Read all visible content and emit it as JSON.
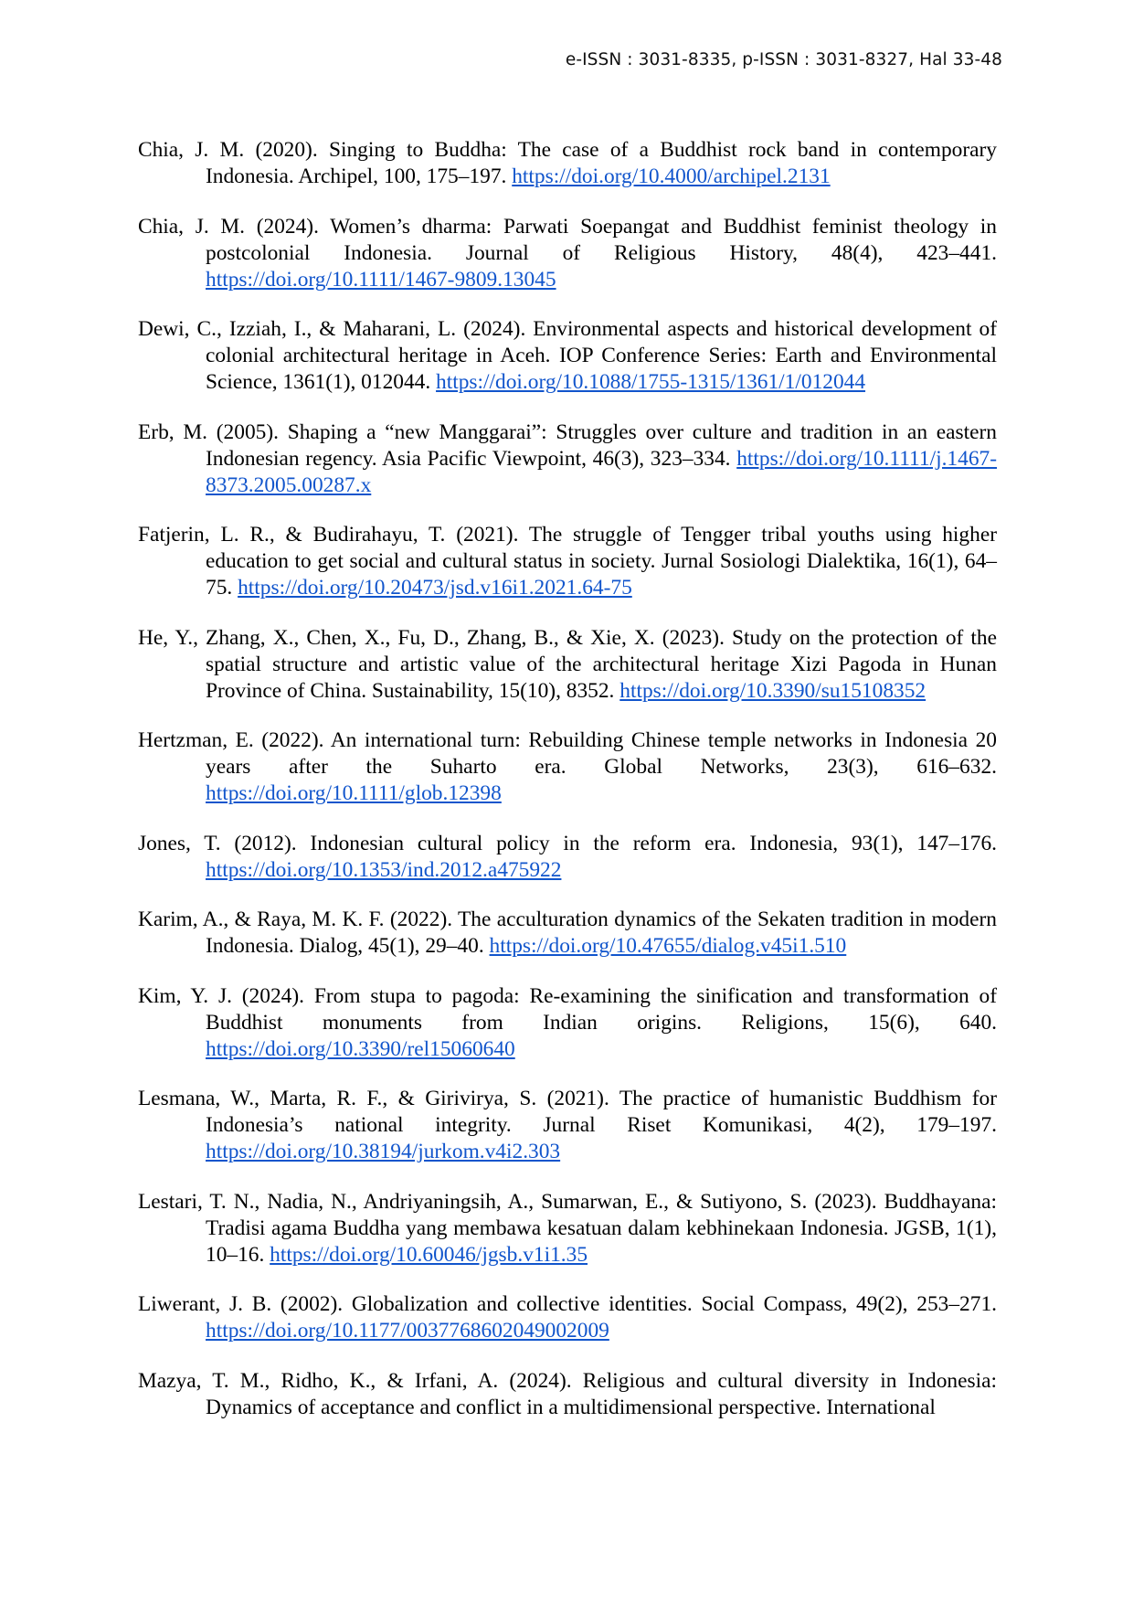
{
  "header": {
    "text": "e-ISSN : 3031-8335, p-ISSN : 3031-8327, Hal 33-48"
  },
  "references": [
    {
      "text": "Chia, J. M. (2020). Singing to Buddha: The case of a Buddhist rock band in contemporary Indonesia. Archipel, 100, 175–197. ",
      "link": "https://doi.org/10.4000/archipel.2131"
    },
    {
      "text": "Chia, J. M. (2024). Women’s dharma: Parwati Soepangat and Buddhist feminist theology in postcolonial Indonesia. Journal of Religious History, 48(4), 423–441. ",
      "link": "https://doi.org/10.1111/1467-9809.13045"
    },
    {
      "text": "Dewi, C., Izziah, I., & Maharani, L. (2024). Environmental aspects and historical development of colonial architectural heritage in Aceh. IOP Conference Series: Earth and Environmental Science, 1361(1), 012044. ",
      "link": "https://doi.org/10.1088/1755-1315/1361/1/012044"
    },
    {
      "text": "Erb, M. (2005). Shaping a “new Manggarai”: Struggles over culture and tradition in an eastern Indonesian regency. Asia Pacific Viewpoint, 46(3), 323–334. ",
      "link": "https://doi.org/10.1111/j.1467-8373.2005.00287.x"
    },
    {
      "text": "Fatjerin, L. R., & Budirahayu, T. (2021). The struggle of Tengger tribal youths using higher education to get social and cultural status in society. Jurnal Sosiologi Dialektika, 16(1), 64–75. ",
      "link": "https://doi.org/10.20473/jsd.v16i1.2021.64-75"
    },
    {
      "text": "He, Y., Zhang, X., Chen, X., Fu, D., Zhang, B., & Xie, X. (2023). Study on the protection of the spatial structure and artistic value of the architectural heritage Xizi Pagoda in Hunan Province of China. Sustainability, 15(10), 8352. ",
      "link": "https://doi.org/10.3390/su15108352"
    },
    {
      "text": "Hertzman, E. (2022). An international turn: Rebuilding Chinese temple networks in Indonesia 20 years after the Suharto era. Global Networks, 23(3), 616–632. ",
      "link": "https://doi.org/10.1111/glob.12398"
    },
    {
      "text": "Jones, T. (2012). Indonesian cultural policy in the reform era. Indonesia, 93(1), 147–176. ",
      "link": "https://doi.org/10.1353/ind.2012.a475922"
    },
    {
      "text": "Karim, A., & Raya, M. K. F. (2022). The acculturation dynamics of the Sekaten tradition in modern Indonesia. Dialog, 45(1), 29–40. ",
      "link": "https://doi.org/10.47655/dialog.v45i1.510"
    },
    {
      "text": "Kim, Y. J. (2024). From stupa to pagoda: Re-examining the sinification and transformation of Buddhist monuments from Indian origins. Religions, 15(6), 640. ",
      "link": "https://doi.org/10.3390/rel15060640"
    },
    {
      "text": "Lesmana, W., Marta, R. F., & Girivirya, S. (2021). The practice of humanistic Buddhism for Indonesia’s national integrity. Jurnal Riset Komunikasi, 4(2), 179–197. ",
      "link": "https://doi.org/10.38194/jurkom.v4i2.303"
    },
    {
      "text": "Lestari, T. N., Nadia, N., Andriyaningsih, A., Sumarwan, E., & Sutiyono, S. (2023). Buddhayana: Tradisi agama Buddha yang membawa kesatuan dalam kebhinekaan Indonesia. JGSB, 1(1), 10–16. ",
      "link": "https://doi.org/10.60046/jgsb.v1i1.35"
    },
    {
      "text": "Liwerant, J. B. (2002). Globalization and collective identities. Social Compass, 49(2), 253–271. ",
      "link": "https://doi.org/10.1177/0037768602049002009"
    },
    {
      "text": "Mazya, T. M., Ridho, K., & Irfani, A. (2024). Religious and cultural diversity in Indonesia: Dynamics of acceptance and conflict in a multidimensional perspective. International",
      "link": ""
    }
  ]
}
